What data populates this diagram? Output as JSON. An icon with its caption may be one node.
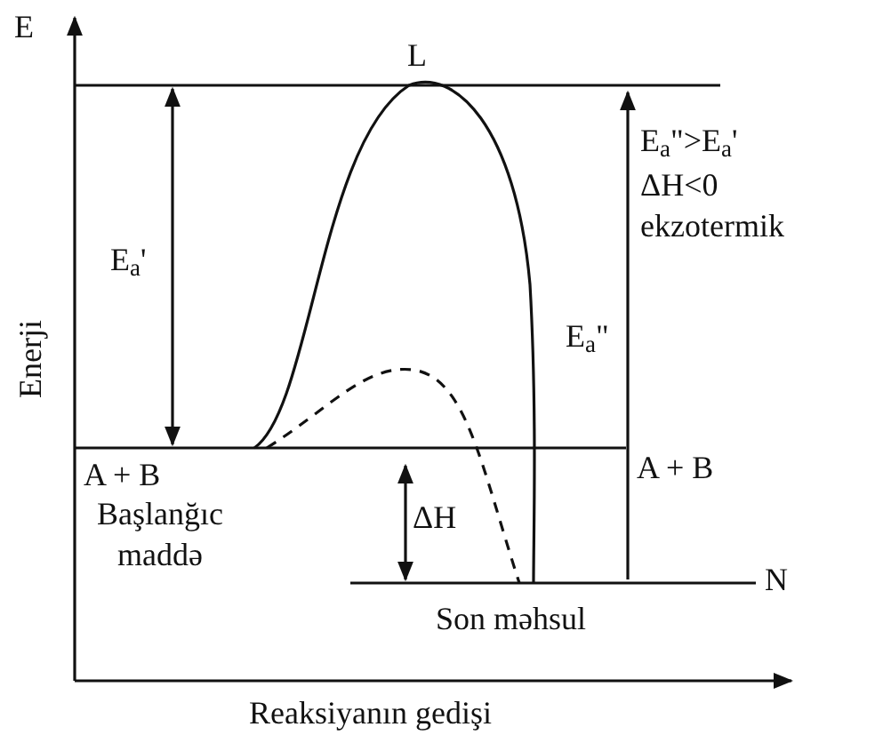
{
  "diagram": {
    "labels": [
      "E",
      "L",
      "E$_{a}$'",
      "E$_{a}$\">E$_{a}$'",
      "ΔH<0",
      "ekzotermik",
      "Enerji",
      "E$_{a}$\"",
      "A + B",
      "A + B",
      "Başlanğıc maddə",
      "ΔH",
      "N",
      "Son məhsul",
      "Reaksiyanın gedişi"
    ]
  }
}
